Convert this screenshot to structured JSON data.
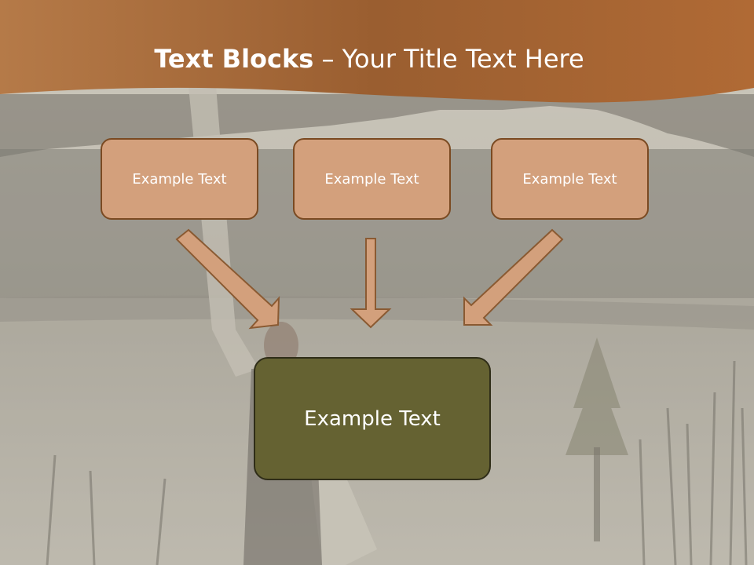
{
  "slide": {
    "title_bold": "Text Blocks",
    "title_rest": " – Your Title Text Here"
  },
  "blocks": [
    {
      "label": "Example Text"
    },
    {
      "label": "Example Text"
    },
    {
      "label": "Example Text"
    }
  ],
  "target": {
    "label": "Example Text"
  },
  "colors": {
    "header": "#b8743a",
    "block_fill": "#d3a07c",
    "block_border": "#7a4a22",
    "target_fill": "#656232",
    "arrow_fill": "#d3a07c"
  }
}
